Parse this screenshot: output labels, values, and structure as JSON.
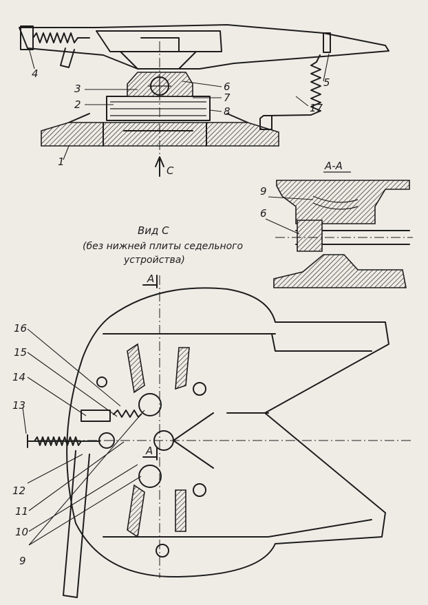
{
  "view_c": {
    "title": "Вид С",
    "note_line1": "(без нижней плиты седельного",
    "note_line2": "устройства)"
  },
  "section_title": "А-А",
  "section_marks": {
    "top": "А",
    "bottom": "А"
  },
  "arrow_label": "С",
  "callouts": {
    "c1": "1",
    "c2": "2",
    "c3": "3",
    "c4": "4",
    "c5": "5",
    "c6": "6",
    "c7": "7",
    "c8": "8",
    "c17": "17",
    "s9": "9",
    "s6": "6",
    "c16": "16",
    "c15": "15",
    "c14": "14",
    "c13": "13",
    "c12": "12",
    "c11": "11",
    "c10": "10",
    "c9": "9"
  }
}
